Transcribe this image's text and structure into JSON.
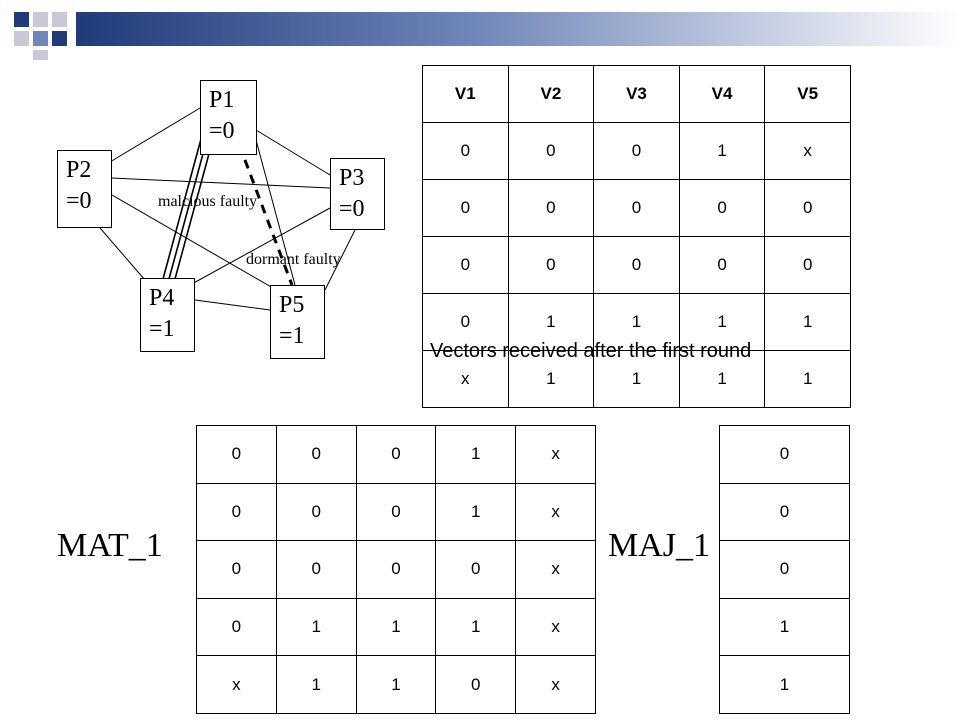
{
  "diagram": {
    "nodes": [
      {
        "id": "P1",
        "name": "P1",
        "value": "=0"
      },
      {
        "id": "P2",
        "name": "P2",
        "value": "=0"
      },
      {
        "id": "P3",
        "name": "P3",
        "value": "=0"
      },
      {
        "id": "P4",
        "name": "P4",
        "value": "=1"
      },
      {
        "id": "P5",
        "name": "P5",
        "value": "=1"
      }
    ],
    "labels": {
      "malicious": "malcious faulty",
      "dormant": "dormant faulty"
    }
  },
  "vectors_table": {
    "headers": [
      "V1",
      "V2",
      "V3",
      "V4",
      "V5"
    ],
    "rows": [
      [
        "0",
        "0",
        "0",
        "1",
        "x"
      ],
      [
        "0",
        "0",
        "0",
        "0",
        "0"
      ],
      [
        "0",
        "0",
        "0",
        "0",
        "0"
      ],
      [
        "0",
        "1",
        "1",
        "1",
        "1"
      ],
      [
        "x",
        "1",
        "1",
        "1",
        "1"
      ]
    ],
    "caption": "Vectors received after the first round"
  },
  "mat": {
    "label": "MAT_1",
    "rows": [
      [
        "0",
        "0",
        "0",
        "1",
        "x"
      ],
      [
        "0",
        "0",
        "0",
        "1",
        "x"
      ],
      [
        "0",
        "0",
        "0",
        "0",
        "x"
      ],
      [
        "0",
        "1",
        "1",
        "1",
        "x"
      ],
      [
        "x",
        "1",
        "1",
        "0",
        "x"
      ]
    ]
  },
  "maj": {
    "label": "MAJ_1",
    "rows": [
      [
        "0"
      ],
      [
        "0"
      ],
      [
        "0"
      ],
      [
        "1"
      ],
      [
        "1"
      ]
    ]
  },
  "colors": {
    "banner_dark": "#1f3b7a",
    "banner_light": "#6f86b8",
    "square_gray": "#c8c8d8"
  }
}
